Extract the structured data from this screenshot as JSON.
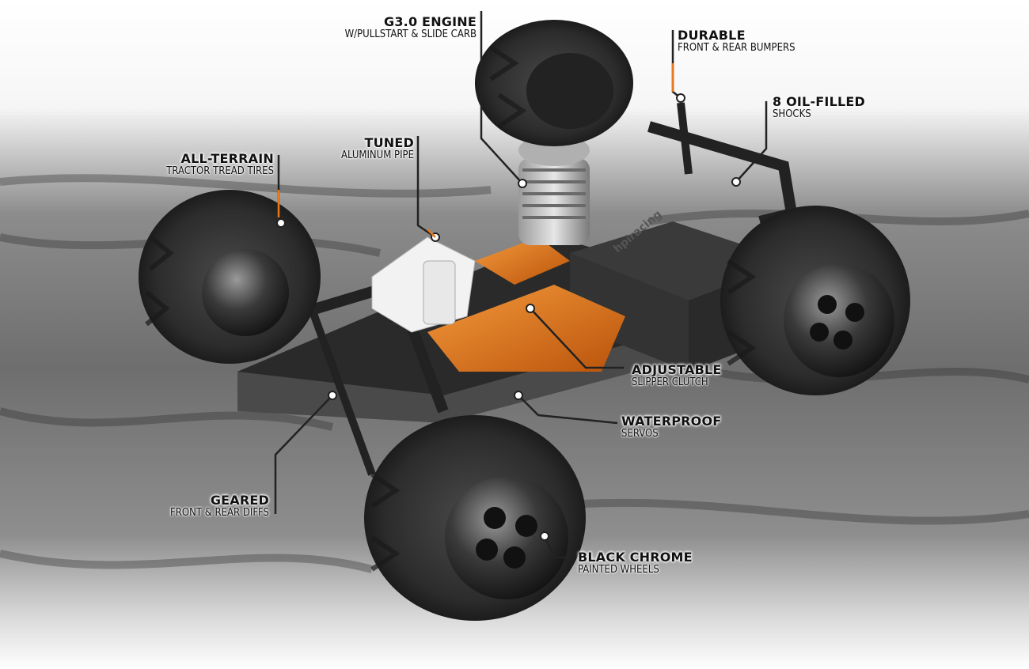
{
  "callouts": {
    "engine": {
      "title": "G3.0 ENGINE",
      "sub": "W/PULLSTART & SLIDE CARB"
    },
    "bumpers": {
      "title": "DURABLE",
      "sub": "FRONT & REAR BUMPERS"
    },
    "shocks": {
      "title": "8 OIL-FILLED",
      "sub": "SHOCKS"
    },
    "pipe": {
      "title": "TUNED",
      "sub": "ALUMINUM PIPE"
    },
    "tires": {
      "title": "ALL-TERRAIN",
      "sub": "TRACTOR TREAD TIRES"
    },
    "slipper": {
      "title": "ADJUSTABLE",
      "sub": "SLIPPER CLUTCH"
    },
    "servos": {
      "title": "WATERPROOF",
      "sub": "SERVOS"
    },
    "diffs": {
      "title": "GEARED",
      "sub": "FRONT & REAR DIFFS"
    },
    "wheels": {
      "title": "BLACK CHROME",
      "sub": "PAINTED WHEELS"
    }
  },
  "chassis_brand_text": "hpiracing",
  "colors": {
    "accent_orange": "#e8791a",
    "chassis_dark": "#2a2a2a",
    "tire_gray": "#3a3a3a",
    "plate_orange": "#d86a14"
  }
}
